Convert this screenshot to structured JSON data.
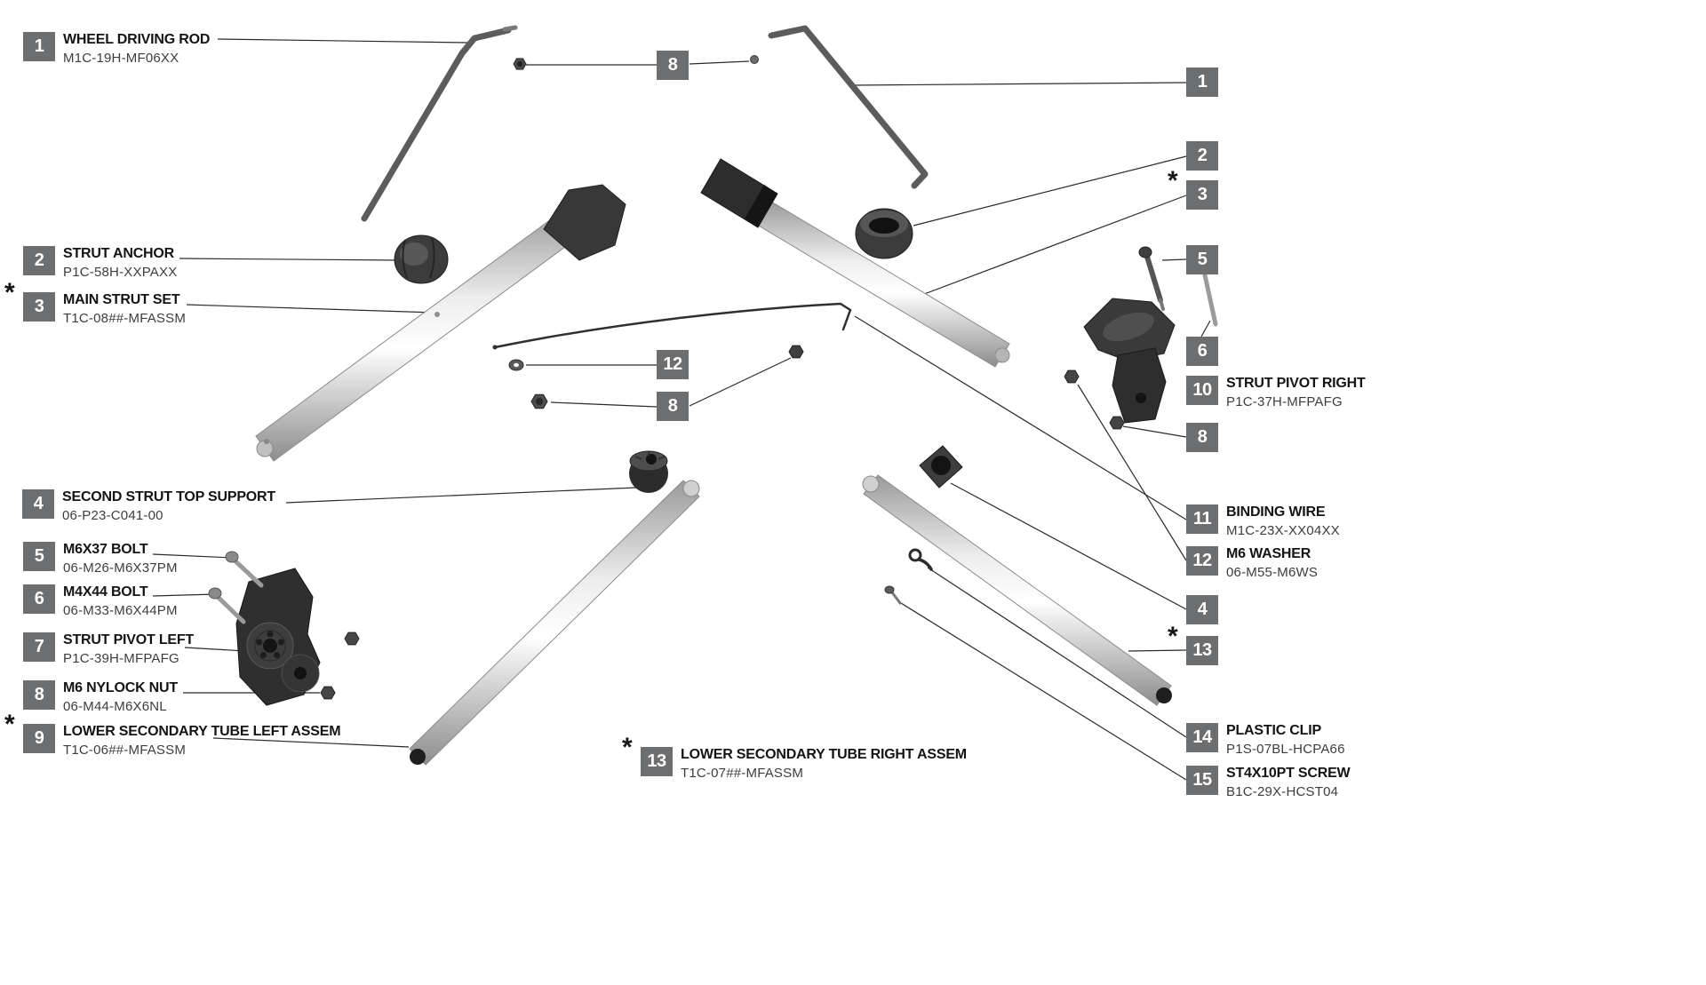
{
  "page": {
    "background": "#ffffff"
  },
  "colors": {
    "label_box": "#6d6e70",
    "label_number": "#ffffff",
    "part_name_text": "#141414",
    "part_code_text": "#3d3d3d",
    "leader_line": "#2a2a2a",
    "tube_silver": "#d9d9d9",
    "part_dark": "#343434"
  },
  "diagram": {
    "left_callouts": [
      {
        "num": "1",
        "name": "WHEEL DRIVING ROD",
        "code": "M1C-19H-MF06XX"
      },
      {
        "num": "2",
        "name": "STRUT ANCHOR",
        "code": "P1C-58H-XXPAXX"
      },
      {
        "num": "3",
        "name": "MAIN STRUT SET",
        "code": "T1C-08##-MFASSM",
        "asterisk": "*"
      },
      {
        "num": "4",
        "name": "SECOND STRUT TOP SUPPORT",
        "code": "06-P23-C041-00"
      },
      {
        "num": "5",
        "name": "M6X37 BOLT",
        "code": "06-M26-M6X37PM"
      },
      {
        "num": "6",
        "name": "M4X44 BOLT",
        "code": "06-M33-M6X44PM"
      },
      {
        "num": "7",
        "name": "STRUT PIVOT LEFT",
        "code": "P1C-39H-MFPAFG"
      },
      {
        "num": "8",
        "name": "M6 NYLOCK NUT",
        "code": "06-M44-M6X6NL"
      },
      {
        "num": "9",
        "name": "LOWER SECONDARY TUBE LEFT ASSEM",
        "code": "T1C-06##-MFASSM",
        "asterisk": "*"
      }
    ],
    "center_callouts": [
      {
        "num": "8"
      },
      {
        "num": "12"
      },
      {
        "num": "8"
      },
      {
        "num": "13",
        "name": "LOWER SECONDARY TUBE RIGHT ASSEM",
        "code": "T1C-07##-MFASSM",
        "asterisk": "*"
      }
    ],
    "right_callouts": [
      {
        "num": "1"
      },
      {
        "num": "2"
      },
      {
        "num": "3",
        "asterisk": "*"
      },
      {
        "num": "5"
      },
      {
        "num": "6"
      },
      {
        "num": "10",
        "name": "STRUT PIVOT RIGHT",
        "code": "P1C-37H-MFPAFG"
      },
      {
        "num": "8"
      },
      {
        "num": "11",
        "name": "BINDING WIRE",
        "code": "M1C-23X-XX04XX"
      },
      {
        "num": "12",
        "name": "M6 WASHER",
        "code": "06-M55-M6WS"
      },
      {
        "num": "4"
      },
      {
        "num": "13",
        "asterisk": "*"
      },
      {
        "num": "14",
        "name": "PLASTIC CLIP",
        "code": "P1S-07BL-HCPA66"
      },
      {
        "num": "15",
        "name": "ST4X10PT SCREW",
        "code": "B1C-29X-HCST04"
      }
    ]
  }
}
